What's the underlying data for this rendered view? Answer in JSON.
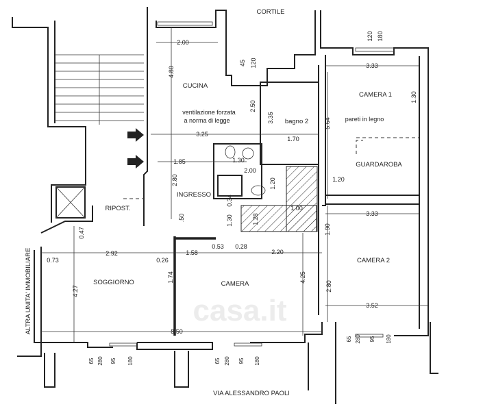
{
  "plan": {
    "rooms": {
      "cortile": "CORTILE",
      "cucina": "CUCINA",
      "bagno2": "bagno 2",
      "camera1": "CAMERA 1",
      "guardaroba": "GUARDAROBA",
      "ingresso": "INGRESSO",
      "ripost": "RIPOST.",
      "camera2": "CAMERA 2",
      "soggiorno": "SOGGIORNO",
      "camera": "CAMERA"
    },
    "notes": {
      "ventilazione_1": "ventilazione forzata",
      "ventilazione_2": "a norma di legge",
      "pareti": "pareti in legno",
      "altra_unita": "ALTRA UNITA' IMMOBILIARE",
      "street": "VIA ALESSANDRO PAOLI"
    },
    "watermark": "casa.it",
    "dims": {
      "cucina_w": "2.00",
      "cucina_h": "4.80",
      "d45": "45",
      "d120a": "120",
      "d250": "2.50",
      "d335": "3.35",
      "d564": "5.64",
      "d325": "3.25",
      "d170": "1.70",
      "d185": "1.85",
      "d130": "1.30",
      "d200": "2.00",
      "d120b": "1.20",
      "d280a": "2.80",
      "d034": "0.34",
      "d130b": "1.30",
      "d128": "1.28",
      "d100": "1.00",
      "d050": ".50",
      "d047": "0.47",
      "c1_w": "3.33",
      "c1_130": "1.30",
      "c1_120": "120",
      "c1_180": "180",
      "g_120": "1.20",
      "c2_w": "3.33",
      "c2_190": "1.90",
      "c2_280": "2.80",
      "c2_352": "3.52",
      "d073": "0.73",
      "d292": "2.92",
      "d026": "0.26",
      "d158": "1.58",
      "d053": "0.53",
      "d028": "0.28",
      "d220": "2.20",
      "d427": "4.27",
      "d174": "1.74",
      "d425": "4.25",
      "d850": "8.50"
    },
    "windows": [
      [
        "65",
        "280",
        "95",
        "180"
      ],
      [
        "65",
        "280",
        "95",
        "180"
      ],
      [
        "65",
        "280",
        "95",
        "180"
      ]
    ]
  }
}
